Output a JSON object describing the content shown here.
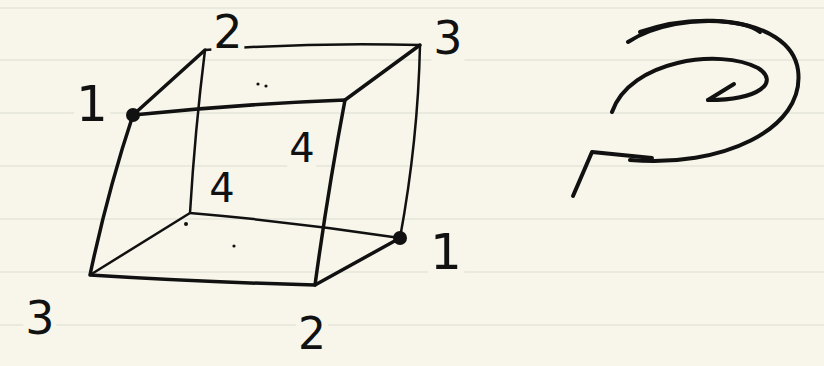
{
  "diagram": {
    "labels": [
      "1",
      "2",
      "3",
      "4",
      "4",
      "1",
      "3",
      "2"
    ]
  }
}
